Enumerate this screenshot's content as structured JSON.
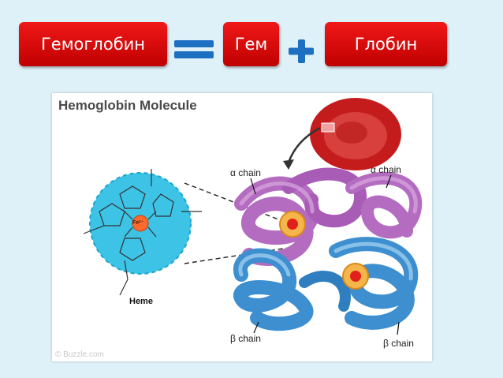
{
  "header": {
    "terms": [
      "Гемоглобин",
      "Гем",
      "Глобин"
    ],
    "operators": [
      "equals",
      "plus"
    ],
    "colors": {
      "pill": "#e01010",
      "operator": "#1d6fc2",
      "background": "#dff1f8"
    }
  },
  "figure": {
    "title": "Hemoglobin Molecule",
    "alpha_label": "α chain",
    "beta_label": "β chain",
    "heme_label": "Heme",
    "iron_label": "Fe²⁺",
    "watermark": "© Buzzle.com",
    "colors": {
      "alpha": "#b46cc0",
      "beta": "#3d8fd0",
      "heme_disk": "#3cc3e6",
      "iron": "#ff6a2c",
      "cell": "#c41c1c"
    }
  }
}
